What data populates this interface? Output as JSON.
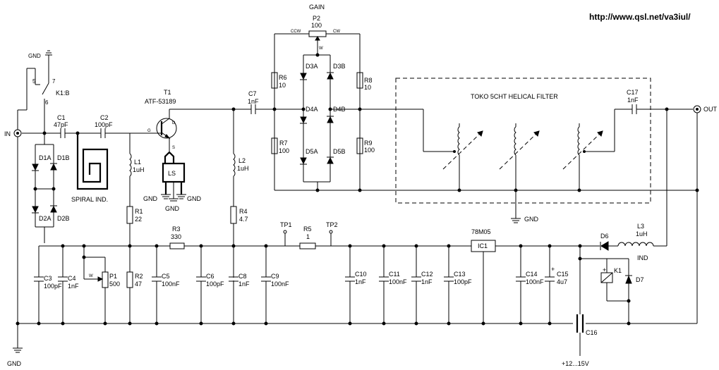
{
  "url": "http://www.qsl.net/va3iul/",
  "labels": {
    "gain": "GAIN",
    "p2": "P2",
    "p2_val": "100",
    "ccw": "CCW",
    "cw": "CW",
    "wiper": "W",
    "gnd_top": "GND",
    "k1b": "K1:B",
    "pin5": "5",
    "pin7": "7",
    "pin6": "6",
    "in": "IN",
    "out": "OUT",
    "c1": "C1",
    "c1_val": "47pF",
    "c2": "C2",
    "c2_val": "100pF",
    "spiral": "SPIRAL IND.",
    "t1": "T1",
    "t1_part": "ATF-53189",
    "gate": "G",
    "drain": "D",
    "source": "S",
    "ls": "LS",
    "gnd": "GND",
    "l1": "L1",
    "l1_val": "1uH",
    "l2": "L2",
    "l2_val": "1uH",
    "c7": "C7",
    "c7_val": "1nF",
    "r6": "R6",
    "r6_val": "10",
    "r7": "R7",
    "r7_val": "100",
    "r8": "R8",
    "r8_val": "10",
    "r9": "R9",
    "r9_val": "100",
    "d3a": "D3A",
    "d3b": "D3B",
    "d4a": "D4A",
    "d4b": "D4B",
    "d5a": "D5A",
    "d5b": "D5B",
    "d1a": "D1A",
    "d1b": "D1B",
    "d2a": "D2A",
    "d2b": "D2B",
    "filter": "TOKO 5CHT HELICAL FILTER",
    "c17": "C17",
    "c17_val": "1nF",
    "r1": "R1",
    "r1_val": "22",
    "r2": "R2",
    "r2_val": "47",
    "r3": "R3",
    "r3_val": "330",
    "r4": "R4",
    "r4_val": "4.7",
    "r5": "R5",
    "r5_val": "1",
    "tp1": "TP1",
    "tp2": "TP2",
    "ic1_part": "78M05",
    "ic1": "IC1",
    "d6": "D6",
    "l3": "L3",
    "l3_val": "1uH",
    "ind": "IND",
    "k1": "K1",
    "d7": "D7",
    "plus": "+",
    "c3": "C3",
    "c3_val": "100pF",
    "c4": "C4",
    "c4_val": "1nF",
    "p1": "P1",
    "p1_val": "500",
    "c5": "C5",
    "c5_val": "100nF",
    "c6": "C6",
    "c6_val": "100pF",
    "c8": "C8",
    "c8_val": "1nF",
    "c9": "C9",
    "c9_val": "100nF",
    "c10": "C10",
    "c10_val": "1nF",
    "c11": "C11",
    "c11_val": "100nF",
    "c12": "C12",
    "c12_val": "1nF",
    "c13": "C13",
    "c13_val": "100pF",
    "c14": "C14",
    "c14_val": "100nF",
    "c15": "C15",
    "c15_val": "4u7",
    "c16": "C16",
    "supply": "+12...15V"
  }
}
